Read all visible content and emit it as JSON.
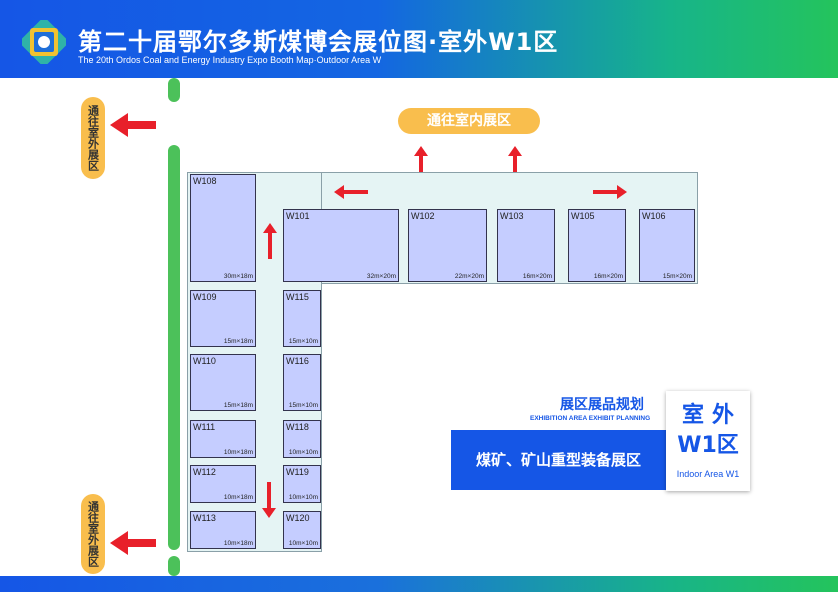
{
  "header": {
    "title_cn": "第二十届鄂尔多斯煤博会展位图·室外W1区",
    "title_en": "The 20th Ordos Coal and Energy Industry Expo Booth Map·Outdoor Area W",
    "gradient_colors": [
      "#1556e6",
      "#24c45c"
    ]
  },
  "exits": {
    "top_left_label": "通往室外展区",
    "bottom_left_label": "通往室外展区",
    "indoor_label": "通往室内展区"
  },
  "booths": [
    {
      "id": "W108",
      "size": "30m×18m"
    },
    {
      "id": "W101",
      "size": "32m×20m"
    },
    {
      "id": "W102",
      "size": "22m×20m"
    },
    {
      "id": "W103",
      "size": "16m×20m"
    },
    {
      "id": "W105",
      "size": "16m×20m"
    },
    {
      "id": "W106",
      "size": "15m×20m"
    },
    {
      "id": "W109",
      "size": "15m×18m"
    },
    {
      "id": "W110",
      "size": "15m×18m"
    },
    {
      "id": "W111",
      "size": "10m×18m"
    },
    {
      "id": "W112",
      "size": "10m×18m"
    },
    {
      "id": "W113",
      "size": "10m×18m"
    },
    {
      "id": "W115",
      "size": "15m×10m"
    },
    {
      "id": "W116",
      "size": "15m×10m"
    },
    {
      "id": "W118",
      "size": "10m×10m"
    },
    {
      "id": "W119",
      "size": "10m×10m"
    },
    {
      "id": "W120",
      "size": "10m×10m"
    }
  ],
  "planning": {
    "title_cn": "展区展品规划",
    "title_en": "EXHIBITION AREA EXHIBIT PLANNING",
    "category": "煤矿、矿山重型装备展区"
  },
  "area_card": {
    "line1": "室外",
    "line2": "W1区",
    "en": "Indoor Area W1"
  },
  "colors": {
    "primary_blue": "#1556e6",
    "booth_fill": "#c5cdff",
    "walkway_fill": "#e5f4f4",
    "exit_pill": "#f9be4d",
    "arrow_red": "#e8202a",
    "path_green": "#4cc15a"
  }
}
